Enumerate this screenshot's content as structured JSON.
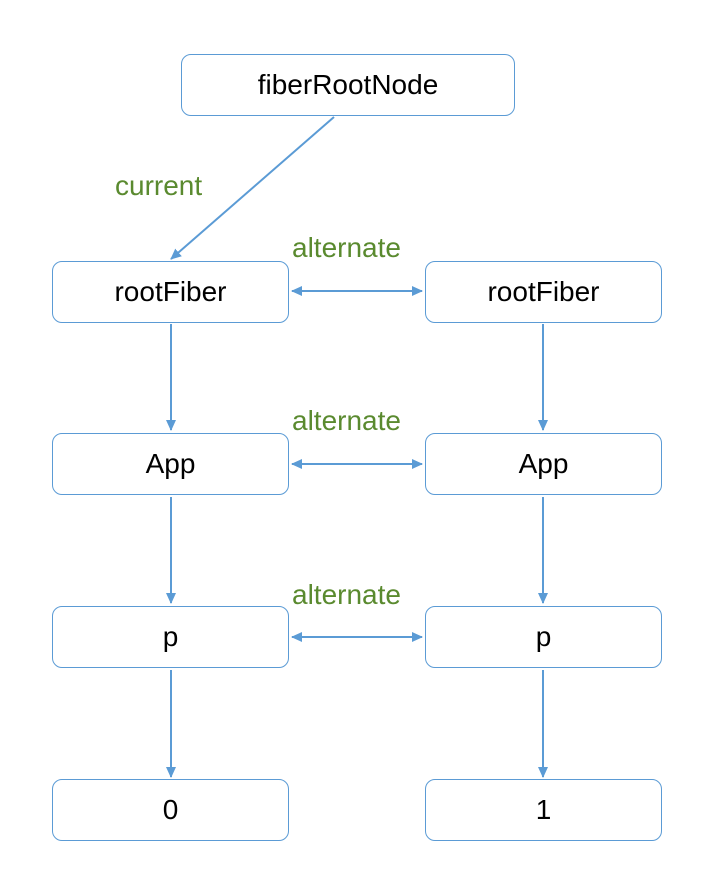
{
  "colors": {
    "node_border": "#5b9bd5",
    "edge": "#5b9bd5",
    "edge_label": "#5a8a2f",
    "node_text": "#000000",
    "background": "#ffffff"
  },
  "nodes": {
    "fiber_root_node": "fiberRootNode",
    "current_root_fiber": "rootFiber",
    "wip_root_fiber": "rootFiber",
    "current_app": "App",
    "wip_app": "App",
    "current_p": "p",
    "wip_p": "p",
    "current_text": "0",
    "wip_text": "1"
  },
  "edge_labels": {
    "current": "current",
    "alternate_root": "alternate",
    "alternate_app": "alternate",
    "alternate_p": "alternate"
  }
}
